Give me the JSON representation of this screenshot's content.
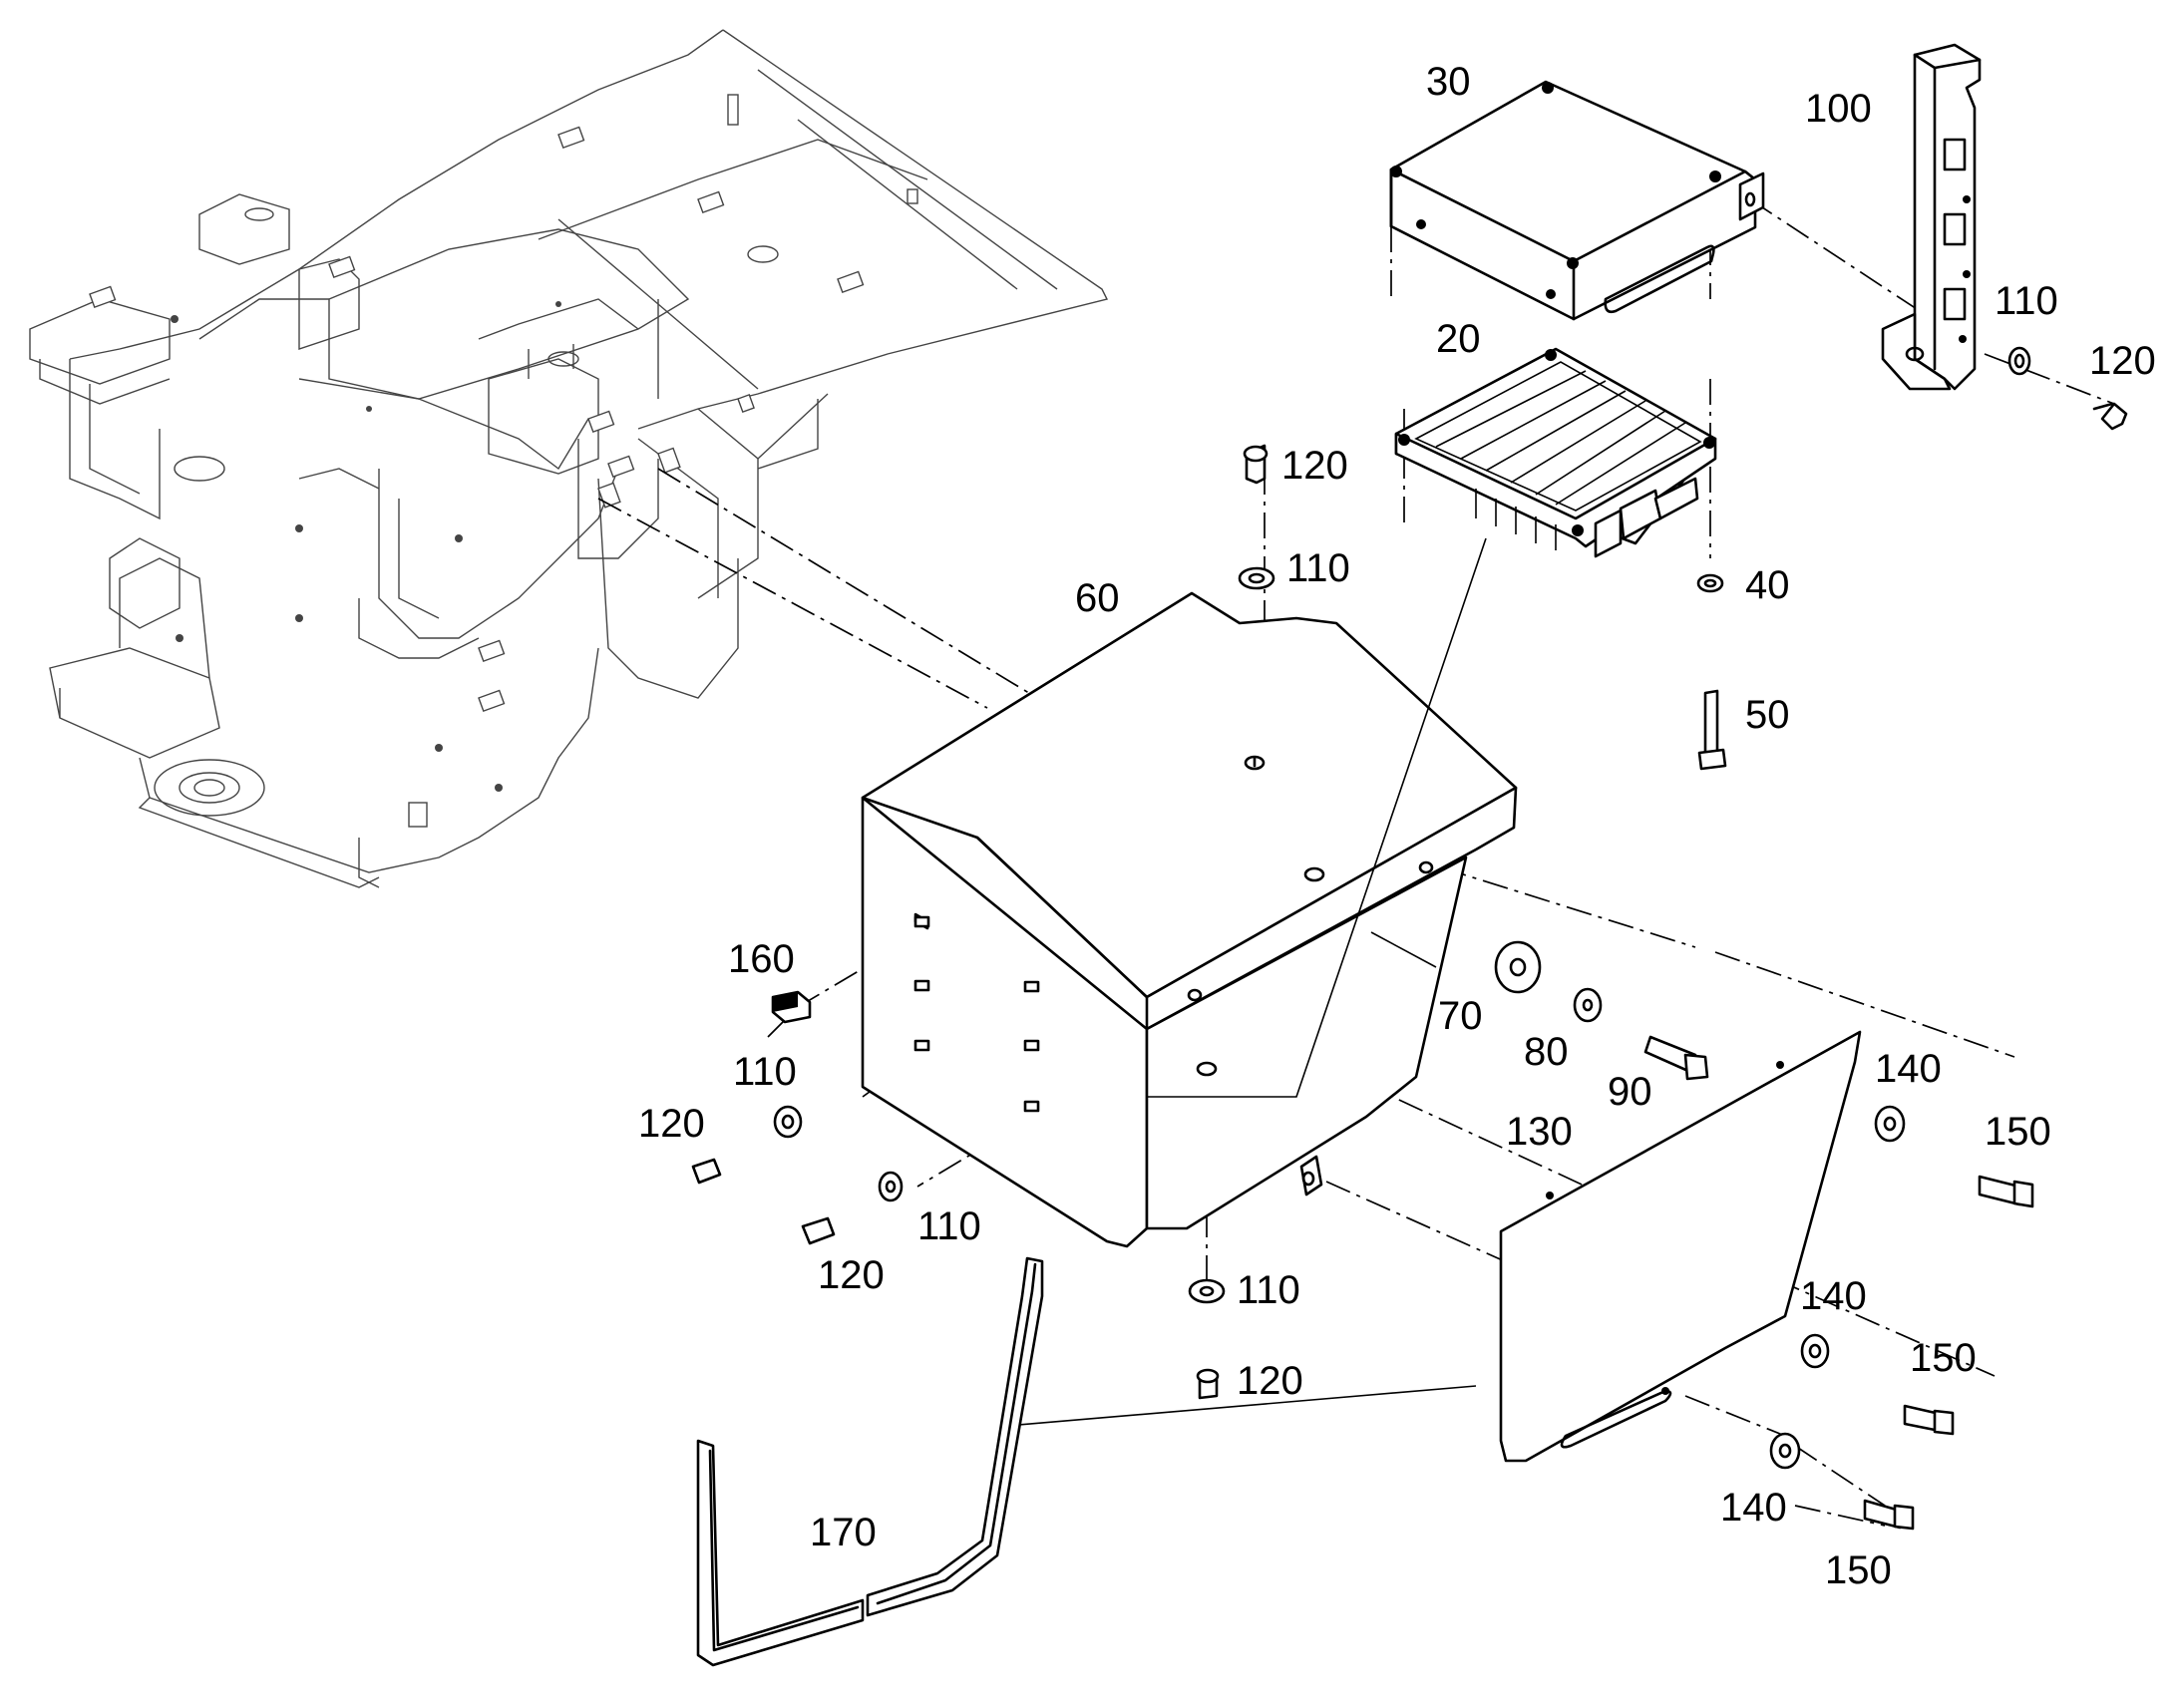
{
  "drawing": {
    "callouts": [
      {
        "id": "c20",
        "text": "20"
      },
      {
        "id": "c30",
        "text": "30"
      },
      {
        "id": "c40",
        "text": "40"
      },
      {
        "id": "c50",
        "text": "50"
      },
      {
        "id": "c60",
        "text": "60"
      },
      {
        "id": "c70",
        "text": "70"
      },
      {
        "id": "c80",
        "text": "80"
      },
      {
        "id": "c90",
        "text": "90"
      },
      {
        "id": "c100",
        "text": "100"
      },
      {
        "id": "c110_a",
        "text": "110"
      },
      {
        "id": "c120_a",
        "text": "120"
      },
      {
        "id": "c120_b",
        "text": "120"
      },
      {
        "id": "c110_b",
        "text": "110"
      },
      {
        "id": "c160",
        "text": "160"
      },
      {
        "id": "c110_c",
        "text": "110"
      },
      {
        "id": "c120_c",
        "text": "120"
      },
      {
        "id": "c110_d",
        "text": "110"
      },
      {
        "id": "c120_d",
        "text": "120"
      },
      {
        "id": "c110_e",
        "text": "110"
      },
      {
        "id": "c120_e",
        "text": "120"
      },
      {
        "id": "c130",
        "text": "130"
      },
      {
        "id": "c140_a",
        "text": "140"
      },
      {
        "id": "c150_a",
        "text": "150"
      },
      {
        "id": "c140_b",
        "text": "140"
      },
      {
        "id": "c150_b",
        "text": "150"
      },
      {
        "id": "c140_c",
        "text": "140"
      },
      {
        "id": "c150_c",
        "text": "150"
      },
      {
        "id": "c170",
        "text": "170"
      }
    ]
  }
}
